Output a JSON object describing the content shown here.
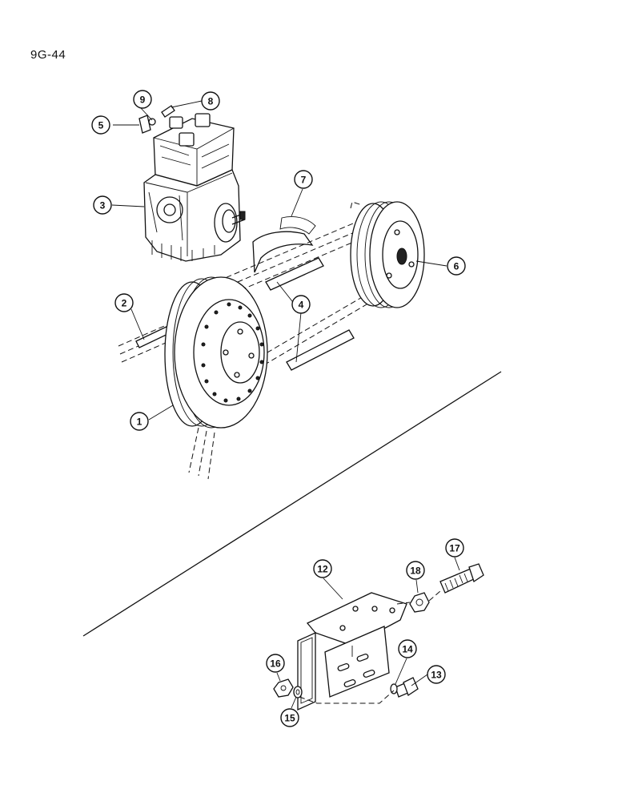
{
  "page": {
    "id": "9G-44"
  },
  "callouts": [
    {
      "key": "c1",
      "label": "1"
    },
    {
      "key": "c2",
      "label": "2"
    },
    {
      "key": "c3",
      "label": "3"
    },
    {
      "key": "c4",
      "label": "4"
    },
    {
      "key": "c5",
      "label": "5"
    },
    {
      "key": "c6",
      "label": "6"
    },
    {
      "key": "c7",
      "label": "7"
    },
    {
      "key": "c8",
      "label": "8"
    },
    {
      "key": "c9",
      "label": "9"
    },
    {
      "key": "c12",
      "label": "12"
    },
    {
      "key": "c13",
      "label": "13"
    },
    {
      "key": "c14",
      "label": "14"
    },
    {
      "key": "c15",
      "label": "15"
    },
    {
      "key": "c16",
      "label": "16"
    },
    {
      "key": "c17",
      "label": "17"
    },
    {
      "key": "c18",
      "label": "18"
    }
  ]
}
